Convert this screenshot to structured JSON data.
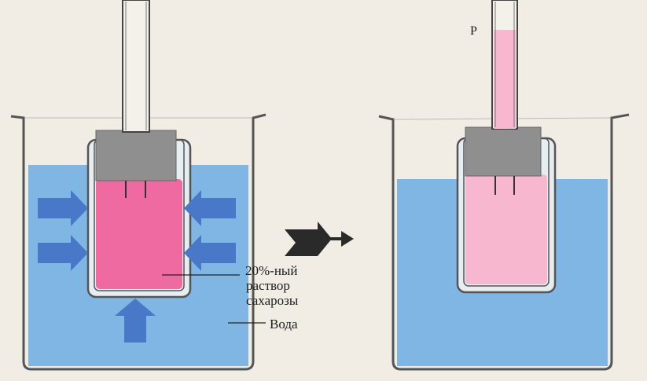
{
  "labels": {
    "solution_line1": "20%-ный",
    "solution_line2": "раствор",
    "solution_line3": "сахарозы",
    "water": "Вода",
    "pressure": "P"
  },
  "colors": {
    "background": "#f1ece4",
    "water": "#7fb6e3",
    "water_light": "#a9cff0",
    "sucrose_solution": "#ef6aa0",
    "diluted_solution": "#f6b7cf",
    "stopper": "#8f8f8f",
    "arrow_blue": "#4a78c9",
    "outline": "#555555",
    "process_arrow": "#2a2a2a"
  },
  "icons": {
    "flow_arrows": "arrow-icon",
    "process_arrow": "double-arrow-right-icon"
  }
}
